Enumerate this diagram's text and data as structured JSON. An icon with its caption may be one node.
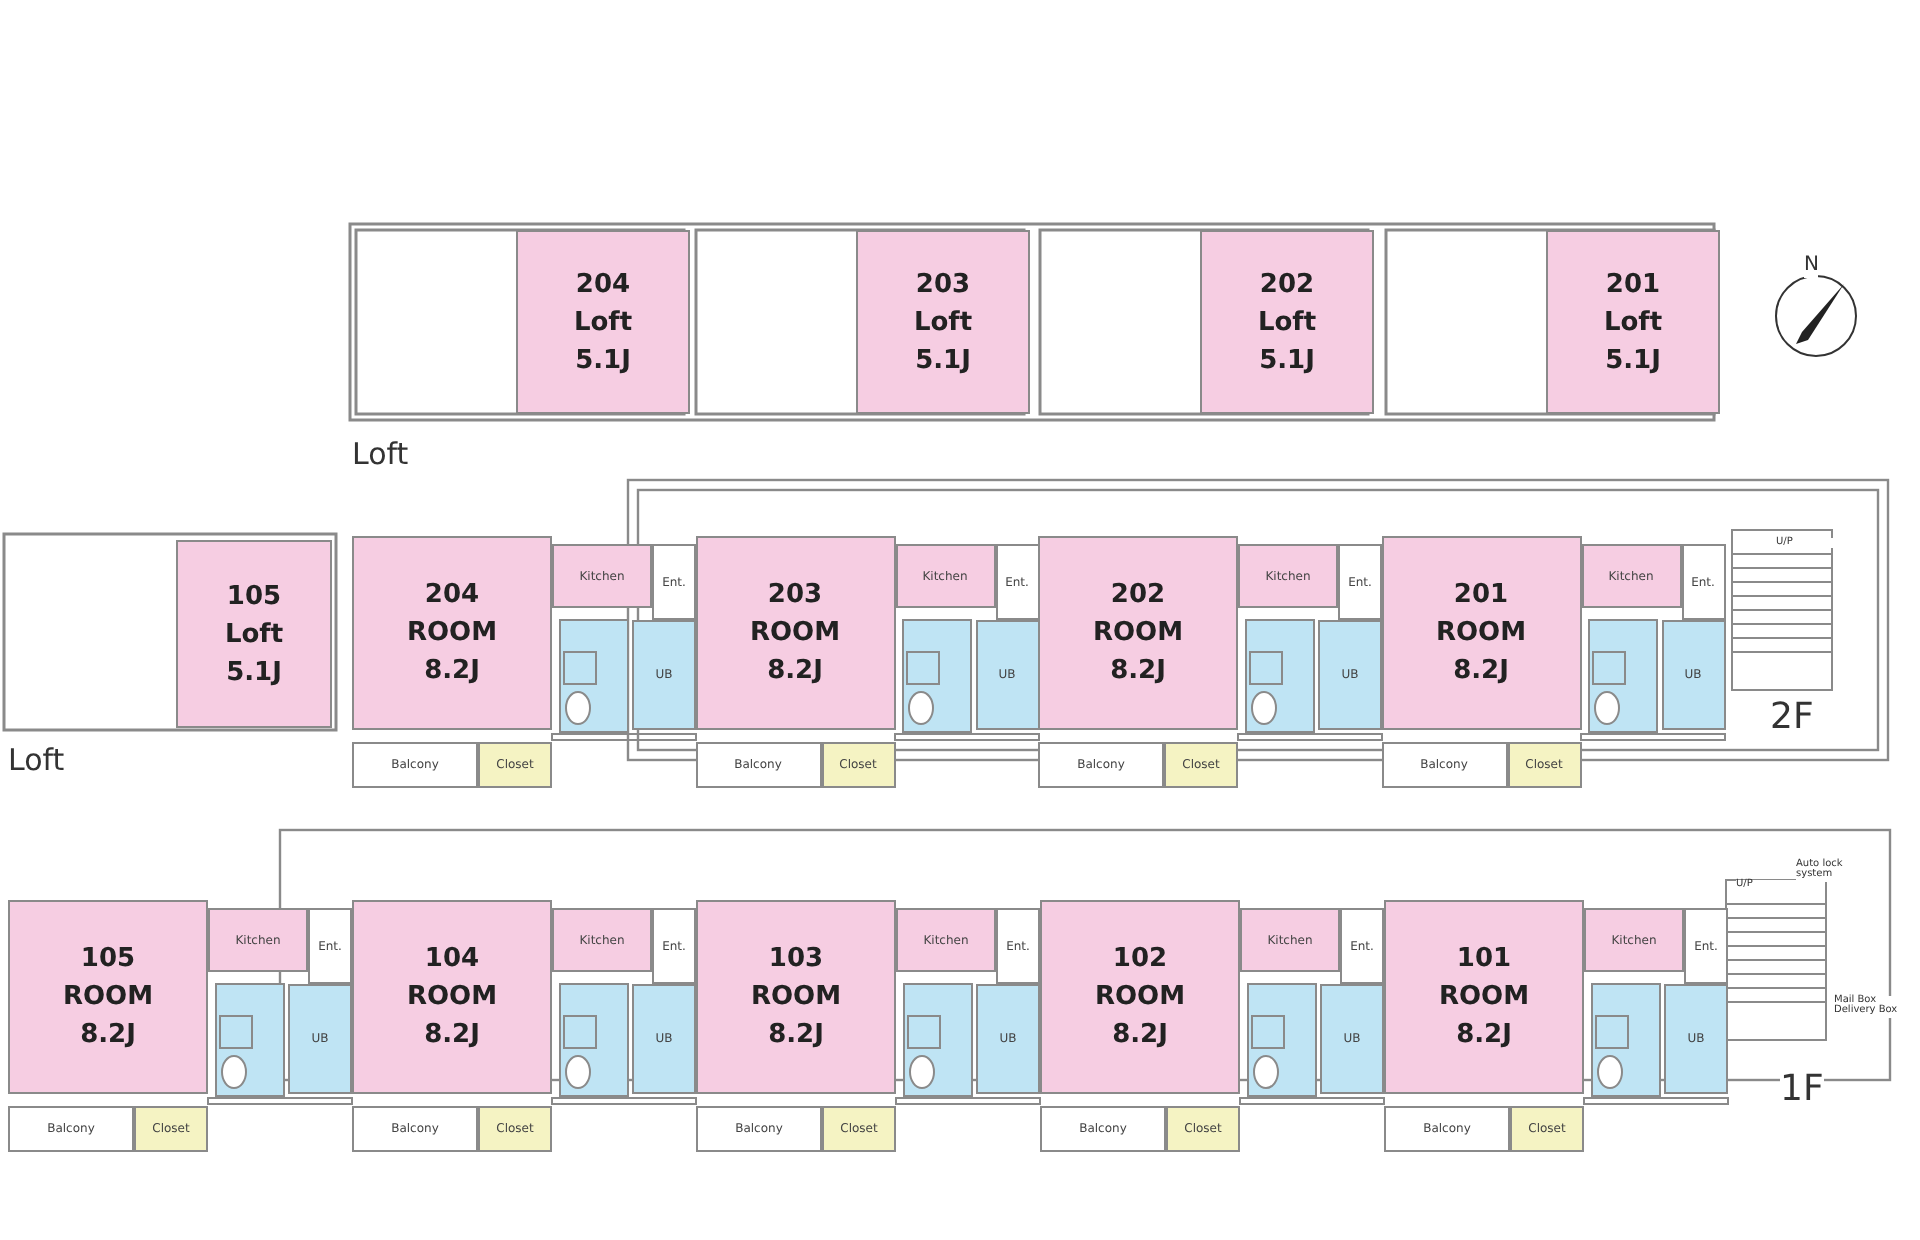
{
  "diagram": {
    "nodes": [
      {
        "text": [
          "204",
          "Loft",
          "5.1J"
        ]
      },
      {
        "text": [
          "203",
          "Loft",
          "5.1J"
        ]
      },
      {
        "text": [
          "202",
          "Loft",
          "5.1J"
        ]
      },
      {
        "text": [
          "201",
          "Loft",
          "5.1J"
        ]
      },
      {
        "text": [
          "105",
          "Loft",
          "5.1J"
        ]
      },
      {
        "text": [
          "204",
          "ROOM",
          "8.2J"
        ]
      },
      {
        "text": [
          "Kitchen"
        ]
      },
      {
        "text": [
          "Ent."
        ]
      },
      {
        "text": [
          "UB"
        ]
      },
      {
        "text": [
          "Balcony"
        ]
      },
      {
        "text": [
          "Closet"
        ]
      },
      {
        "text": [
          "203",
          "ROOM",
          "8.2J"
        ]
      },
      {
        "text": [
          "Kitchen"
        ]
      },
      {
        "text": [
          "Ent."
        ]
      },
      {
        "text": [
          "UB"
        ]
      },
      {
        "text": [
          "Balcony"
        ]
      },
      {
        "text": [
          "Closet"
        ]
      },
      {
        "text": [
          "202",
          "ROOM",
          "8.2J"
        ]
      },
      {
        "text": [
          "Kitchen"
        ]
      },
      {
        "text": [
          "Ent."
        ]
      },
      {
        "text": [
          "UB"
        ]
      },
      {
        "text": [
          "Balcony"
        ]
      },
      {
        "text": [
          "Closet"
        ]
      },
      {
        "text": [
          "201",
          "ROOM",
          "8.2J"
        ]
      },
      {
        "text": [
          "Kitchen"
        ]
      },
      {
        "text": [
          "Ent."
        ]
      },
      {
        "text": [
          "UB"
        ]
      },
      {
        "text": [
          "Balcony"
        ]
      },
      {
        "text": [
          "Closet"
        ]
      },
      {
        "text": [
          "105",
          "ROOM",
          "8.2J"
        ]
      },
      {
        "text": [
          "Kitchen"
        ]
      },
      {
        "text": [
          "Ent."
        ]
      },
      {
        "text": [
          "UB"
        ]
      },
      {
        "text": [
          "Balcony"
        ]
      },
      {
        "text": [
          "Closet"
        ]
      },
      {
        "text": [
          "104",
          "ROOM",
          "8.2J"
        ]
      },
      {
        "text": [
          "Kitchen"
        ]
      },
      {
        "text": [
          "Ent."
        ]
      },
      {
        "text": [
          "UB"
        ]
      },
      {
        "text": [
          "Balcony"
        ]
      },
      {
        "text": [
          "Closet"
        ]
      },
      {
        "text": [
          "103",
          "ROOM",
          "8.2J"
        ]
      },
      {
        "text": [
          "Kitchen"
        ]
      },
      {
        "text": [
          "Ent."
        ]
      },
      {
        "text": [
          "UB"
        ]
      },
      {
        "text": [
          "Balcony"
        ]
      },
      {
        "text": [
          "Closet"
        ]
      },
      {
        "text": [
          "102",
          "ROOM",
          "8.2J"
        ]
      },
      {
        "text": [
          "Kitchen"
        ]
      },
      {
        "text": [
          "Ent."
        ]
      },
      {
        "text": [
          "UB"
        ]
      },
      {
        "text": [
          "Balcony"
        ]
      },
      {
        "text": [
          "Closet"
        ]
      },
      {
        "text": [
          "101",
          "ROOM",
          "8.2J"
        ]
      },
      {
        "text": [
          "Kitchen"
        ]
      },
      {
        "text": [
          "Ent."
        ]
      },
      {
        "text": [
          "UB"
        ]
      },
      {
        "text": [
          "Balcony"
        ]
      },
      {
        "text": [
          "Closet"
        ]
      }
    ],
    "labels": [
      "N",
      "Loft",
      "U/P",
      "Loft",
      "2F",
      "Auto lock system",
      "U/P",
      "Mail Box Delivery Box",
      "1F"
    ]
  }
}
